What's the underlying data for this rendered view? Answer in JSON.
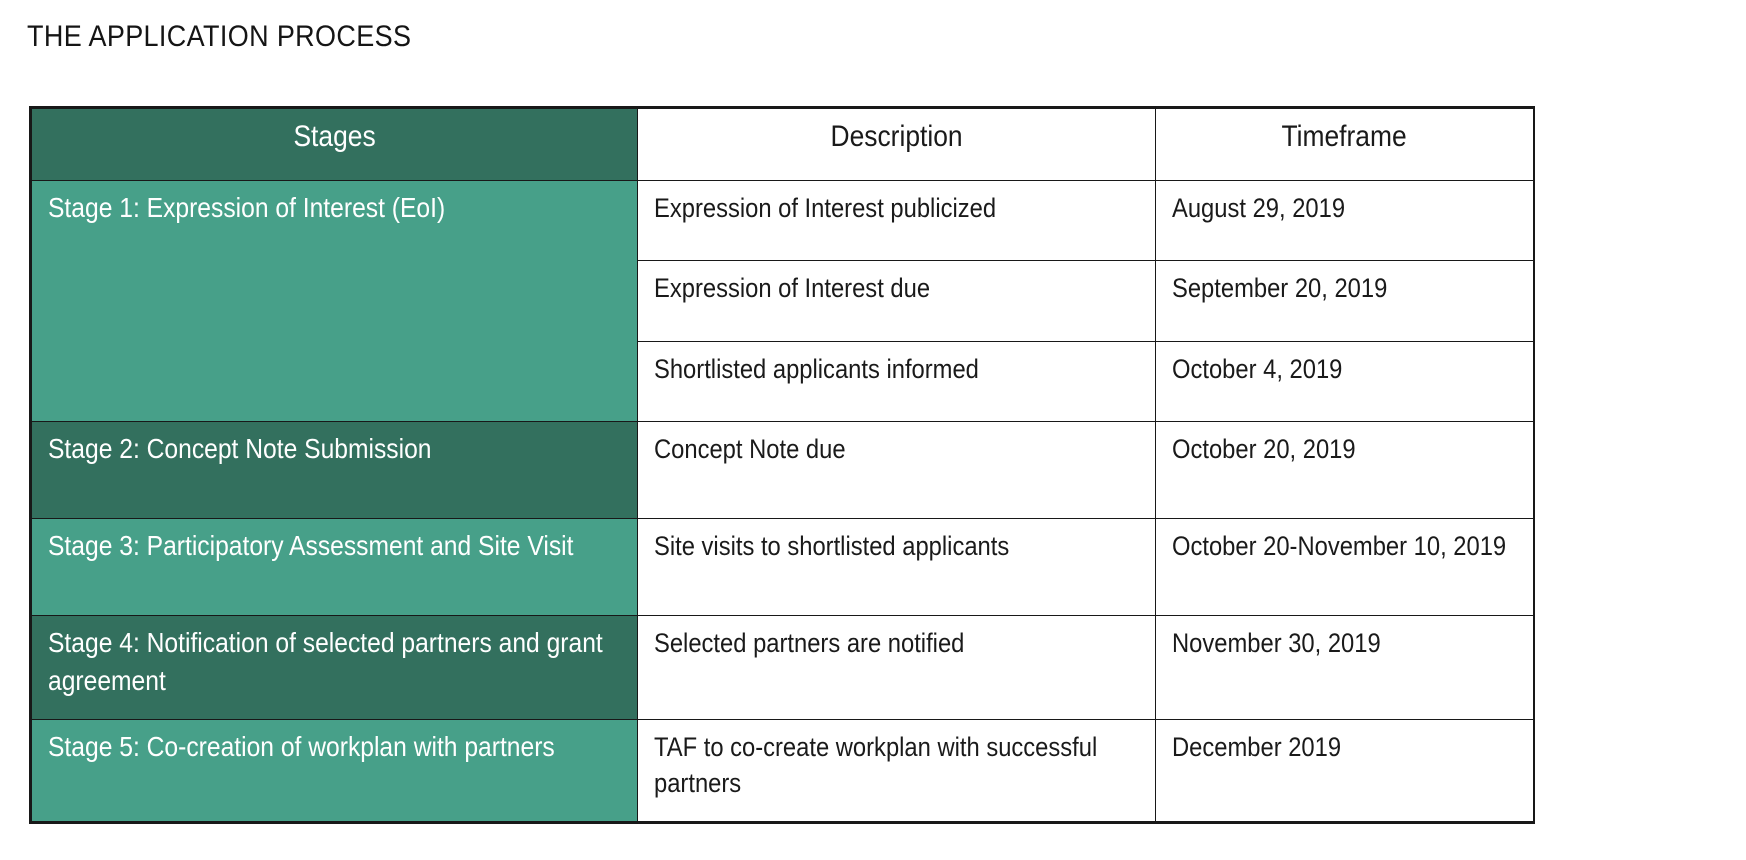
{
  "page": {
    "title": "THE APPLICATION PROCESS"
  },
  "colors": {
    "header_green": "#33705E",
    "stage_dark_green": "#33705E",
    "stage_light_green": "#47A089",
    "border": "#181818",
    "text_dark": "#1a1a1a",
    "text_light": "#ffffff"
  },
  "table": {
    "columns": [
      "Stages",
      "Description",
      "Timeframe"
    ],
    "rows": [
      {
        "stage": "Stage 1: Expression of Interest (EoI)",
        "stage_shade": "dark-light",
        "items": [
          {
            "description": "Expression of Interest publicized",
            "timeframe": "August 29, 2019"
          },
          {
            "description": "Expression of Interest due",
            "timeframe": "September 20, 2019"
          },
          {
            "description": "Shortlisted applicants informed",
            "timeframe": "October 4, 2019"
          }
        ]
      },
      {
        "stage": "Stage 2: Concept Note Submission",
        "stage_shade": "dark",
        "items": [
          {
            "description": "Concept Note due",
            "timeframe": "October 20, 2019"
          }
        ]
      },
      {
        "stage": "Stage 3: Participatory Assessment and Site Visit",
        "stage_shade": "light",
        "items": [
          {
            "description": "Site visits to shortlisted applicants",
            "timeframe": "October 20-November 10, 2019"
          }
        ]
      },
      {
        "stage": "Stage 4: Notification of selected partners and grant agreement",
        "stage_shade": "dark",
        "items": [
          {
            "description": "Selected partners are notified",
            "timeframe": "November 30, 2019"
          }
        ]
      },
      {
        "stage": "Stage 5: Co-creation of workplan with partners",
        "stage_shade": "light",
        "items": [
          {
            "description": "TAF to co-create workplan with successful partners",
            "timeframe": "December 2019"
          }
        ]
      }
    ]
  }
}
